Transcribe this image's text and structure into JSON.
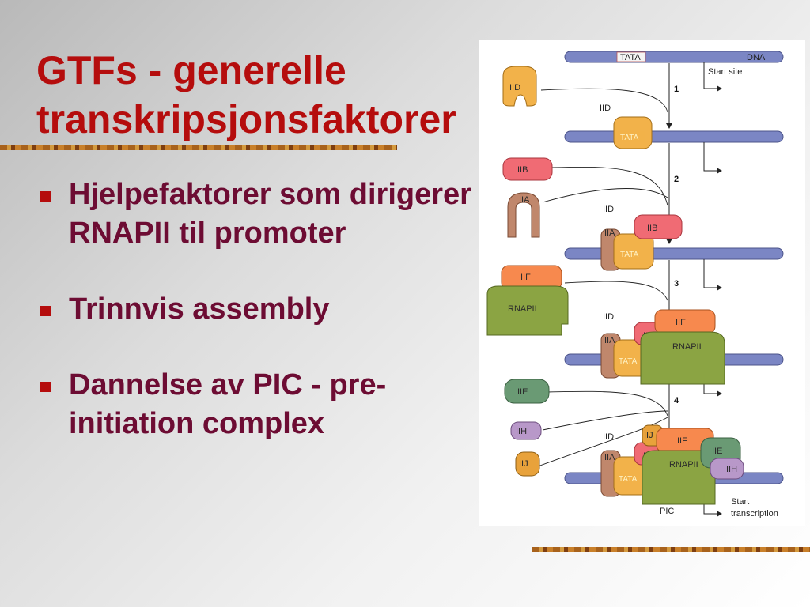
{
  "title": {
    "line1": "GTFs - generelle",
    "line2": "transkripsjonsfaktorer"
  },
  "bullets": [
    {
      "text": "Hjelpefaktorer som dirigerer RNAPII til promoter"
    },
    {
      "text": "Trinnvis assembly"
    },
    {
      "text": "Dannelse av PIC  - pre-initiation complex"
    }
  ],
  "diagram": {
    "dna_label": "DNA",
    "tata_label": "TATA",
    "start_site_label": "Start site",
    "pic_label": "PIC",
    "start_transcription_line1": "Start",
    "start_transcription_line2": "transcription",
    "steps": [
      "1",
      "2",
      "3",
      "4"
    ],
    "factors": {
      "iid": "IID",
      "iib": "IIB",
      "iia": "IIA",
      "iif": "IIF",
      "rnapii": "RNAPII",
      "iie": "IIE",
      "iih": "IIH",
      "iij": "IIJ"
    },
    "colors": {
      "dna": "#7b86c4",
      "iid": "#f2b24a",
      "iib": "#f06b74",
      "iia": "#c0876c",
      "iif": "#f7894e",
      "rnapii": "#8ba443",
      "iie": "#6a9a74",
      "iih": "#b898c9",
      "iij": "#e8a23b"
    }
  }
}
